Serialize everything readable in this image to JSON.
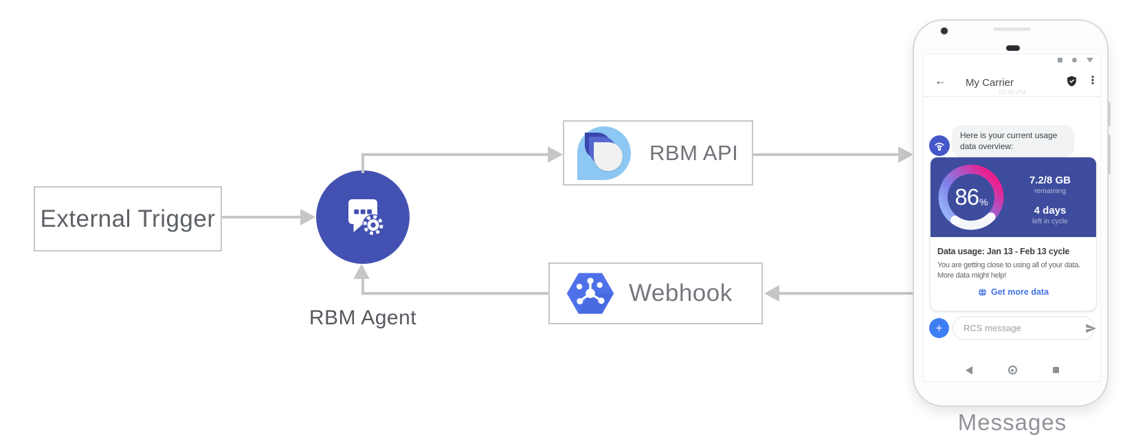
{
  "diagram": {
    "nodes": {
      "external_trigger": "External Trigger",
      "rbm_agent": "RBM Agent",
      "rbm_api": "RBM API",
      "webhook": "Webhook"
    },
    "flow": [
      "External Trigger -> RBM Agent",
      "RBM Agent -> RBM API",
      "RBM API -> Messages app",
      "Messages app -> Webhook",
      "Webhook -> RBM Agent"
    ],
    "phone_caption": "Messages"
  },
  "phone": {
    "status_icons": [
      "square",
      "circle",
      "triangle-down"
    ],
    "header": {
      "back_glyph": "←",
      "title": "My Carrier",
      "verified_icon": "shield-check",
      "menu_glyph": "⋮",
      "faint_timestamp": "10:30 PM"
    },
    "conversation": {
      "agent_avatar_icon": "antenna",
      "bubble_text": "Here is your current usage data overview:"
    },
    "usage_card": {
      "gauge_percent": 86,
      "percent_label": "86",
      "percent_sign": "%",
      "data_value": "7.2/8 GB",
      "data_caption": "remaining",
      "days_value": "4 days",
      "days_caption": "left in cycle",
      "title": "Data usage: Jan 13 - Feb 13 cycle",
      "body_line1": "You are getting close to using all of your data.",
      "body_line2": "More data might help!",
      "action_icon": "globe",
      "action_label": "Get more data"
    },
    "compose": {
      "add_button_glyph": "+",
      "input_placeholder": "RCS message",
      "send_icon": "send-arrow"
    },
    "nav_icons": [
      "back-triangle",
      "home-circle",
      "recents-square"
    ]
  },
  "colors": {
    "agent_indigo": "#4351b2",
    "card_indigo": "#3e4c9e",
    "gauge_gradient": [
      "#9fc0f9",
      "#7d83ea",
      "#b44fc0",
      "#ec1f8e"
    ],
    "avatar_blue": "#4557c9",
    "plus_blue": "#3e7df2",
    "link_blue": "#4374e8",
    "arrow_gray": "#c6c6c6",
    "hexagon_blue": "#4e71ea",
    "api_light_blue": "#8dc7f3",
    "api_dark_blue": "#3a46ae",
    "api_mid_blue": "#5468cf"
  }
}
